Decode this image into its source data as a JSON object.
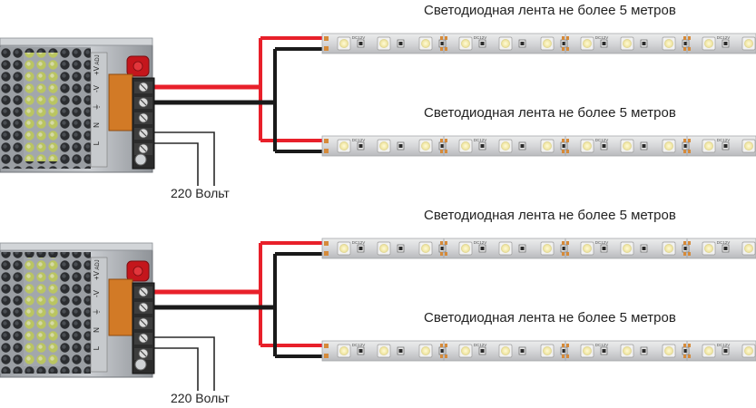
{
  "colors": {
    "positive_wire": "#e8202a",
    "negative_wire": "#1a1a1a",
    "mains_wire": "#2a2a2a",
    "strip_base": "#d9dadc",
    "led_body": "#f2f2f2",
    "led_chip": "#f6efb8",
    "psu_body": "#b9bcc0",
    "terminal_block": "#2b2b2b"
  },
  "icons": [
    "power-supply-icon",
    "led-strip-icon",
    "terminal-block-icon",
    "wire-icon"
  ],
  "groups": [
    {
      "power_supply": {
        "terminal_labels": [
          "+V",
          "-V",
          "⏚",
          "N",
          "L"
        ],
        "adj_label": "ADJ",
        "mains_label": "220 Вольт"
      },
      "strips": [
        {
          "label": "Светодиодная лента не более 5 метров",
          "marking": "DC12V"
        },
        {
          "label": "Светодиодная лента не более 5 метров",
          "marking": "DC12V"
        }
      ]
    },
    {
      "power_supply": {
        "terminal_labels": [
          "+V",
          "-V",
          "⏚",
          "N",
          "L"
        ],
        "adj_label": "ADJ",
        "mains_label": "220 Вольт"
      },
      "strips": [
        {
          "label": "Светодиодная лента не более 5 метров",
          "marking": "DC12V"
        },
        {
          "label": "Светодиодная лента не более 5 метров",
          "marking": "DC12V"
        }
      ]
    }
  ]
}
